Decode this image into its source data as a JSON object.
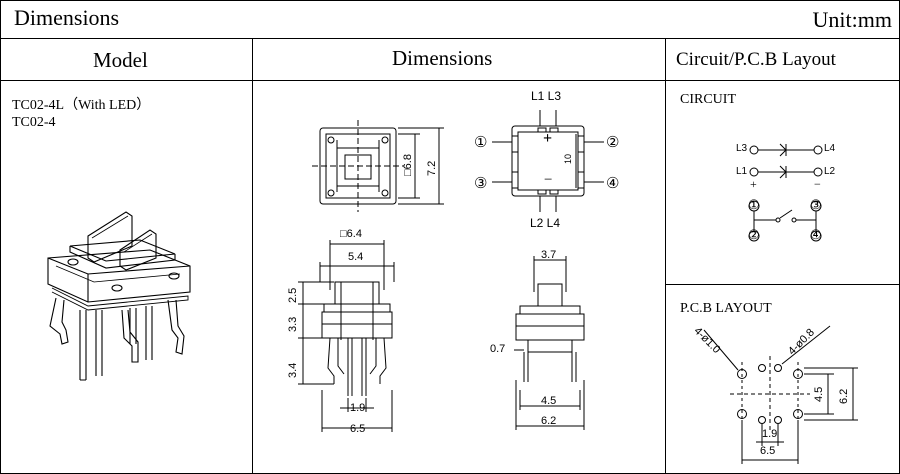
{
  "header": {
    "title": "Dimensions",
    "unit": "Unit:mm"
  },
  "columns": {
    "model": "Model",
    "dimensions": "Dimensions",
    "circuit": "Circuit/P.C.B Layout"
  },
  "models": [
    "TC02-4L（With LED）",
    "TC02-4"
  ],
  "circuit": {
    "title": "CIRCUIT",
    "labels": {
      "l3": "L3",
      "l4": "L4",
      "l1": "L1",
      "l2": "L2",
      "plus": "+",
      "minus": "−",
      "p1": "①",
      "p2": "②",
      "p3": "③",
      "p4": "④"
    }
  },
  "pcb": {
    "title": "P.C.B LAYOUT",
    "hole_a": "4-ø1.0",
    "hole_b": "4-ø0.8",
    "d45": "4.5",
    "d62": "6.2",
    "d19": "1.9",
    "d65": "6.5"
  },
  "top_view": {
    "d68": "□6.8",
    "d72": "7.2"
  },
  "led_view": {
    "l1l3": "L1 L3",
    "l2l4": "L2 L4",
    "p1": "①",
    "p2": "②",
    "p3": "③",
    "p4": "④",
    "plus": "+",
    "minus": "−",
    "d10": "10"
  },
  "front_view": {
    "d64": "□6.4",
    "d54": "5.4",
    "d25": "2.5",
    "d33": "3.3",
    "d34": "3.4",
    "d19": "1.9",
    "d65": "6.5"
  },
  "side_view": {
    "d37": "3.7",
    "d07": "0.7",
    "d45": "4.5",
    "d62": "6.2"
  },
  "colors": {
    "line": "#000000",
    "background": "#ffffff"
  }
}
